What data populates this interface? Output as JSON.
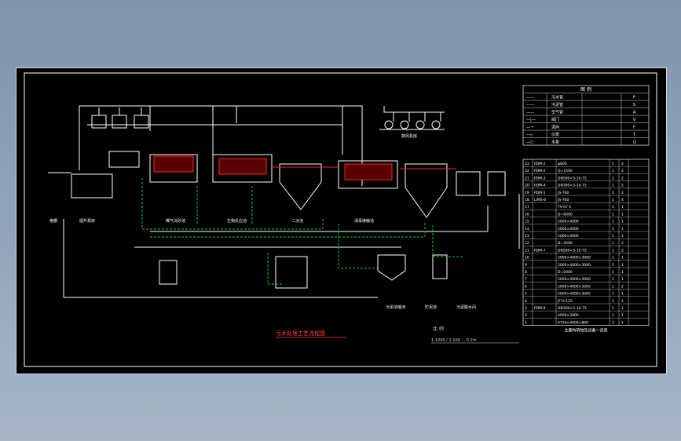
{
  "drawing": {
    "title": "污水处理工艺流程图",
    "scale_label": "比 例",
    "scale_text": "1:1000 / 1:100 ... 0.2m",
    "table_caption": "主要构筑物及设备一览表",
    "legend_title": "图 例"
  },
  "units": [
    {
      "label": "格栅"
    },
    {
      "label": "提升泵房"
    },
    {
      "label": "曝气沉砂池"
    },
    {
      "label": "生物反应池"
    },
    {
      "label": "二沉池"
    },
    {
      "label": "消毒接触池"
    },
    {
      "label": "鼓风机房"
    },
    {
      "label": "污泥浓缩池"
    },
    {
      "label": "贮泥池"
    },
    {
      "label": "污泥脱水间"
    }
  ],
  "legend_rows": [
    {
      "sym": "——",
      "name": "污水管",
      "code": "P"
    },
    {
      "sym": "——",
      "name": "污泥管",
      "code": "S"
    },
    {
      "sym": "——",
      "name": "空气管",
      "code": "A"
    },
    {
      "sym": "—|—",
      "name": "阀门",
      "code": "V"
    },
    {
      "sym": "—→",
      "name": "流向",
      "code": "F"
    },
    {
      "sym": "—◇",
      "name": "仪表",
      "code": "T"
    },
    {
      "sym": "—○",
      "name": "水泵",
      "code": "Q"
    }
  ],
  "table_rows": [
    {
      "no": "23",
      "name": "PDM-1",
      "spec": "φ800",
      "unit": "1",
      "qty": "2"
    },
    {
      "no": "22",
      "name": "PDM-2",
      "spec": "Q=1500",
      "unit": "1",
      "qty": "2"
    },
    {
      "no": "21",
      "name": "PDM-3",
      "spec": "DN500×5-10-75",
      "unit": "1",
      "qty": "2"
    },
    {
      "no": "20",
      "name": "PDM-4",
      "spec": "DN300×5-10-75",
      "unit": "1",
      "qty": "2"
    },
    {
      "no": "19",
      "name": "PDM-5",
      "spec": "JS-760",
      "unit": "1",
      "qty": "2"
    },
    {
      "no": "18",
      "name": "LIMS-6",
      "spec": "JS-760",
      "unit": "1",
      "qty": "4"
    },
    {
      "no": "17",
      "name": "",
      "spec": "TV-07-1",
      "unit": "1",
      "qty": "1"
    },
    {
      "no": "16",
      "name": "",
      "spec": "D=6000",
      "unit": "1",
      "qty": "1"
    },
    {
      "no": "15",
      "name": "",
      "spec": "5000×4000",
      "unit": "1",
      "qty": "1"
    },
    {
      "no": "14",
      "name": "",
      "spec": "5000×4000",
      "unit": "1",
      "qty": "1"
    },
    {
      "no": "13",
      "name": "",
      "spec": "5000×4000",
      "unit": "1",
      "qty": "1"
    },
    {
      "no": "12",
      "name": "",
      "spec": "D=3500",
      "unit": "1",
      "qty": "2"
    },
    {
      "no": "11",
      "name": "PDM-7",
      "spec": "DN500×5-10-75",
      "unit": "1",
      "qty": "2"
    },
    {
      "no": "10",
      "name": "",
      "spec": "5000×4000×3000",
      "unit": "1",
      "qty": "1"
    },
    {
      "no": "9",
      "name": "",
      "spec": "5000×4000×3000",
      "unit": "1",
      "qty": "1"
    },
    {
      "no": "8",
      "name": "",
      "spec": "D=5000",
      "unit": "1",
      "qty": "1"
    },
    {
      "no": "7",
      "name": "",
      "spec": "5000×4000×3000",
      "unit": "1",
      "qty": "1"
    },
    {
      "no": "6",
      "name": "",
      "spec": "5000×4000×3000",
      "unit": "1",
      "qty": "2"
    },
    {
      "no": "5",
      "name": "",
      "spec": "5000×4000×3000",
      "unit": "1",
      "qty": "1"
    },
    {
      "no": "4",
      "name": "",
      "spec": "JT-H-125",
      "unit": "1",
      "qty": "1"
    },
    {
      "no": "3",
      "name": "PDM-8",
      "spec": "DN300×5-10-75",
      "unit": "1",
      "qty": "1"
    },
    {
      "no": "2",
      "name": "",
      "spec": "4000×3000",
      "unit": "1",
      "qty": "1"
    },
    {
      "no": "1",
      "name": "",
      "spec": "4750×4000×800",
      "unit": "1",
      "qty": "1"
    }
  ],
  "colors": {
    "bg": "#000000",
    "line": "#ffffff",
    "sludge": "#00cc33",
    "sewage": "#ff3333",
    "filter": "#ff2222",
    "title": "#ff4444",
    "table": "#cfd8e3"
  }
}
